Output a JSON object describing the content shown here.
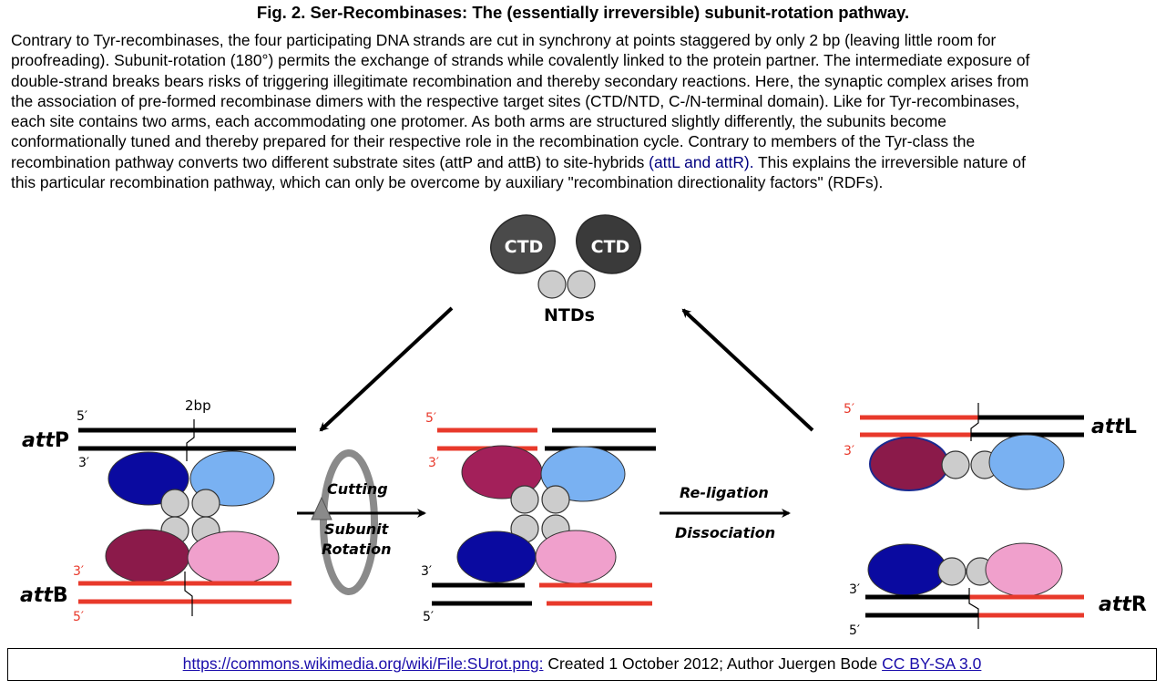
{
  "title": "Fig. 2. Ser-Recombinases: The (essentially irreversible) subunit-rotation pathway.",
  "caption": {
    "before": "Contrary to Tyr-recombinases, the four participating DNA strands are cut in synchrony at points staggered by only 2 bp (leaving little room for\nproofreading). Subunit-rotation (180°) permits the exchange of strands while covalently linked to the protein partner. The intermediate exposure of\ndouble-strand breaks bears risks of triggering illegitimate recombination and thereby secondary reactions. Here, the synaptic complex arises from\nthe association of pre-formed recombinase dimers with the respective target sites (CTD/NTD, C-/N-terminal domain). Like for Tyr-recombinases,\neach site contains two arms, each accommodating one protomer. As both arms are structured slightly differently, the subunits become\nconformationally tuned and thereby prepared for their respective role in the recombination cycle. Contrary to members of the Tyr-class the\nrecombination pathway converts two different substrate sites (attP and attB) to site-hybrids ",
    "highlight": "(attL and attR).",
    "after": " This explains the irreversible nature of\nthis particular recombination pathway, which can only be overcome by auxiliary \"recombination directionality factors\" (RDFs)."
  },
  "diagram": {
    "ctd_left": "CTD",
    "ctd_right": "CTD",
    "ntds": "NTDs",
    "prime5": "5′",
    "prime3": "3′",
    "attP": {
      "a": "att",
      "b": "P"
    },
    "attB": {
      "a": "att",
      "b": "B"
    },
    "attL": {
      "a": "att",
      "b": "L"
    },
    "attR": {
      "a": "att",
      "b": "R"
    },
    "bp": "2bp",
    "cutting": "Cutting",
    "subunit": "Subunit",
    "rotation": "Rotation",
    "religation": "Re-ligation",
    "dissociation": "Dissociation"
  },
  "colors": {
    "black_strand": "#000000",
    "red_strand": "#e8392b",
    "dark_blue": "#0a0aa0",
    "light_blue": "#79b1f2",
    "maroon": "#8b1a4a",
    "crimson": "#a3205a",
    "pink": "#f0a0cc",
    "grey_ntd": "#cccccc",
    "ctd_dark": "#4a4a4a",
    "ctd_darker": "#3a3a3a",
    "ring_grey": "#8a8a8a"
  },
  "footer": {
    "link_text": "https://commons.wikimedia.org/wiki/File:SUrot.png:",
    "text": " Created 1 October 2012; Author Juergen Bode ",
    "license": "CC BY-SA 3.0"
  }
}
